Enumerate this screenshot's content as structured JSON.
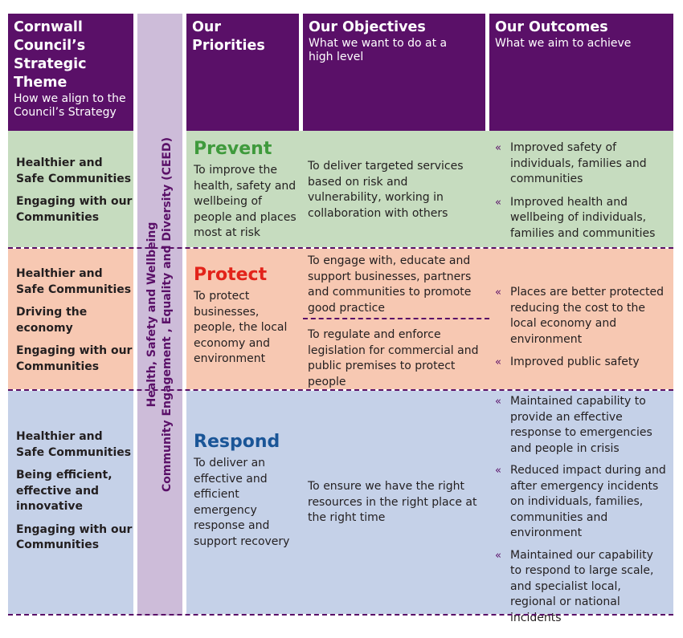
{
  "header": {
    "theme_title": "Cornwall Council’s Strategic Theme",
    "theme_sub": "How we align to the Council’s Strategy",
    "priorities_title": "Our Priorities",
    "objectives_title": "Our Objectives",
    "objectives_sub": "What we want to do at a high level",
    "outcomes_title": "Our Outcomes",
    "outcomes_sub": "What we aim to achieve"
  },
  "band": {
    "line1": "Health, Safety and Wellbeing",
    "line2": "Community Engagement , Equality and Diversity (CEED)"
  },
  "rows": [
    {
      "themes": [
        "Healthier and Safe Communities",
        "Engaging with our Communities"
      ],
      "priority": {
        "title": "Prevent",
        "color": "#3f9a3c",
        "text": "To improve the health, safety and wellbeing of people and places most at risk"
      },
      "objectives": [
        "To deliver targeted services based on risk and vulnerability, working in collaboration with others"
      ],
      "outcomes": [
        "Improved safety of individuals, families and communities",
        "Improved health and wellbeing of individuals, families and communities"
      ]
    },
    {
      "themes": [
        "Healthier and Safe Communities",
        "Driving the economy",
        "Engaging with our Communities"
      ],
      "priority": {
        "title": "Protect",
        "color": "#e2231a",
        "text": "To protect businesses, people, the local economy and environment"
      },
      "objectives": [
        "To engage with, educate and support businesses, partners and communities to promote good practice",
        "To regulate and enforce legislation for commercial and public premises to protect people"
      ],
      "outcomes": [
        "Places are better protected reducing the cost to the local economy and environment",
        "Improved public safety"
      ]
    },
    {
      "themes": [
        "Healthier and Safe Communities",
        "Being efficient, effective and innovative",
        "Engaging with our Communities"
      ],
      "priority": {
        "title": "Respond",
        "color": "#1a5597",
        "text": "To deliver an effective and efficient emergency response and support recovery"
      },
      "objectives": [
        "To ensure we have the right resources in the right place at the right time"
      ],
      "outcomes": [
        "Maintained capability to provide an effective response to emergencies and people in crisis",
        "Reduced impact during and after emergency incidents on individuals, families, communities and environment",
        "Maintained our capability to respond to large scale, and specialist local, regional or national incidents"
      ]
    }
  ],
  "bullet_glyph": "«"
}
